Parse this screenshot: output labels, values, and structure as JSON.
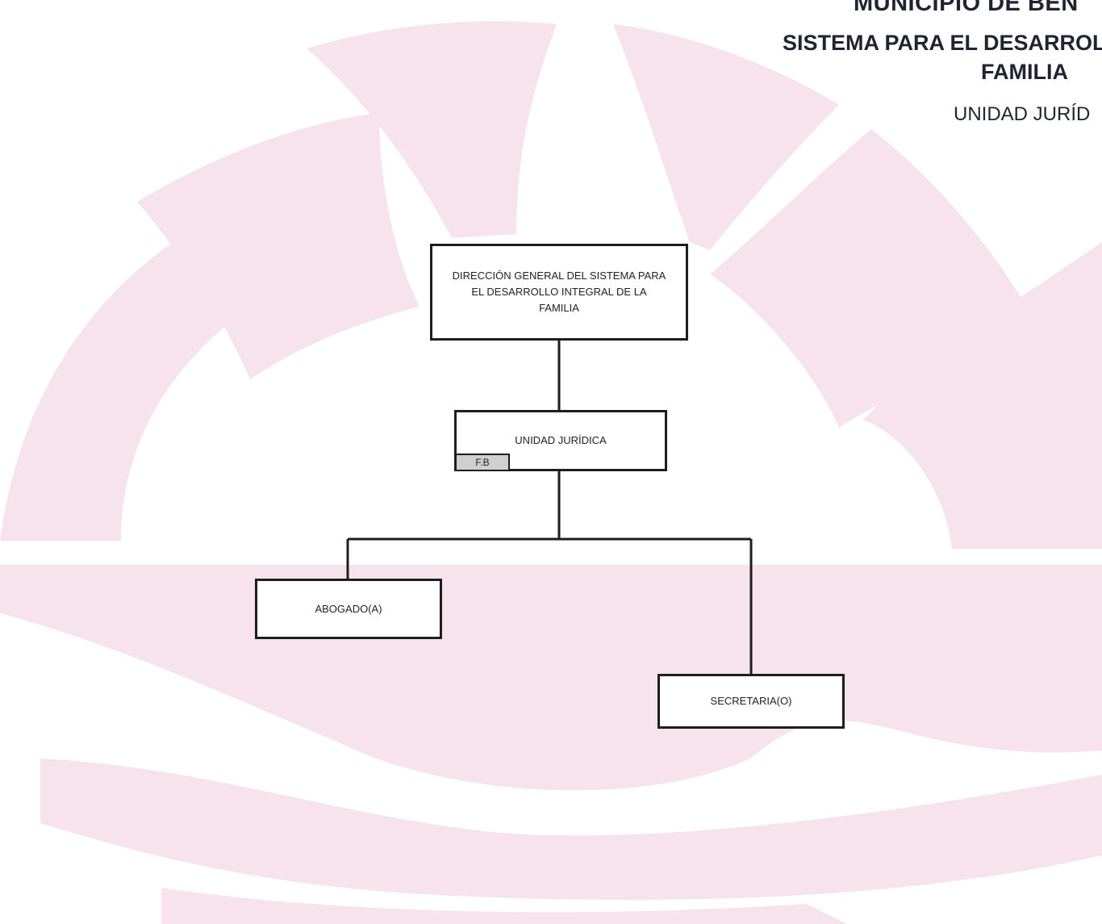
{
  "header": {
    "line1": "MUNICIPIO DE BEN",
    "line2": "SISTEMA PARA EL DESARROL",
    "line3": "FAMILIA",
    "line4": "UNIDAD JURÍD"
  },
  "org_chart": {
    "root": {
      "label": "DIRECCIÓN GENERAL DEL SISTEMA PARA EL DESARROLLO INTEGRAL DE LA FAMILIA"
    },
    "unit": {
      "label": "UNIDAD JURÍDICA",
      "tag": "F.B"
    },
    "children": [
      {
        "label": "ABOGADO(A)"
      },
      {
        "label": "SECRETARIA(O)"
      }
    ]
  },
  "colors": {
    "watermark": "#f6e3ec",
    "line": "#1e1e1e",
    "tag_fill": "#cfcfcf",
    "header_text": "#1f2430"
  }
}
